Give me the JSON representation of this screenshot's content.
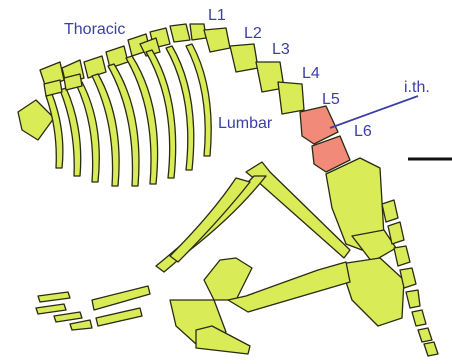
{
  "colors": {
    "bone_fill": "#d9ec58",
    "bone_stroke": "#2a2a12",
    "highlight_fill": "#f28a7a",
    "label_color": "#3b3fa6",
    "pointer_color": "#3b3fa6",
    "scale_bar_color": "#111111"
  },
  "labels": {
    "thoracic": "Thoracic",
    "lumbar": "Lumbar",
    "l1": "L1",
    "l2": "L2",
    "l3": "L3",
    "l4": "L4",
    "l5": "L5",
    "l6": "L6",
    "ith": "i.th."
  },
  "highlighted_vertebrae": [
    "L5",
    "L6"
  ]
}
